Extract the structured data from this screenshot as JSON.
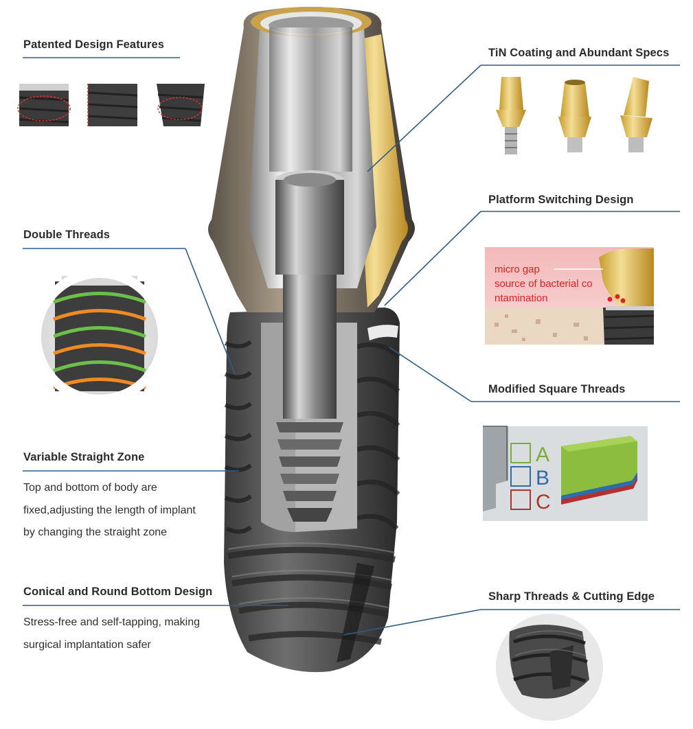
{
  "sections": {
    "patented": {
      "title": "Patented Design Features"
    },
    "tin": {
      "title": "TiN Coating and Abundant Specs"
    },
    "double_threads": {
      "title": "Double Threads"
    },
    "platform": {
      "title": "Platform Switching Design",
      "inset_lines": [
        "micro gap",
        "source of bacterial co",
        "ntamination"
      ]
    },
    "square_threads": {
      "title": "Modified Square Threads",
      "letters": [
        "A",
        "B",
        "C"
      ]
    },
    "variable_zone": {
      "title": "Variable Straight Zone",
      "lines": [
        "Top and bottom of body are",
        "fixed,adjusting the length of implant",
        "by changing the straight zone"
      ]
    },
    "conical": {
      "title": "Conical and Round Bottom Design",
      "lines": [
        "Stress-free and self-tapping, making",
        "surgical implantation safer"
      ]
    },
    "sharp": {
      "title": "Sharp Threads & Cutting Edge"
    }
  },
  "colors": {
    "leader_line": "#2f5d8a",
    "gold": "#e6c35a",
    "metal_dark": "#3a3a3a",
    "metal_light": "#c9c9c9",
    "red_text": "#e02020",
    "letter_a": "#7cab3a",
    "letter_b": "#2f6da8",
    "letter_c": "#b23030"
  }
}
